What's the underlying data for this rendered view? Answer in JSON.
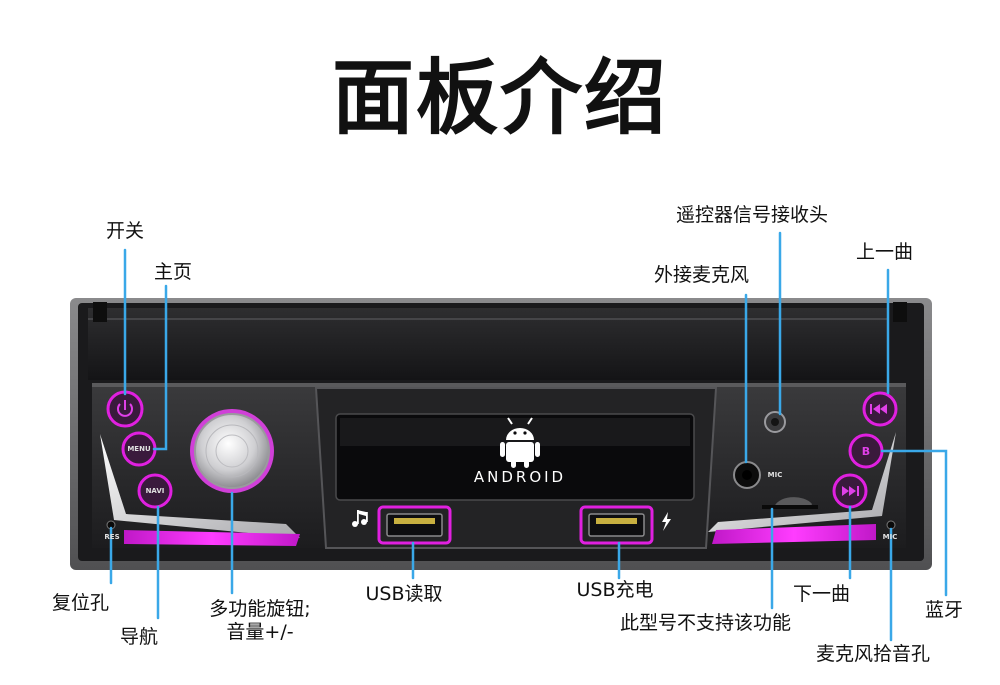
{
  "page": {
    "title": "面板介绍"
  },
  "labels": {
    "power": "开关",
    "home": "主页",
    "reset": "复位孔",
    "navi": "导航",
    "knob_line1": "多功能旋钮;",
    "knob_line2": "音量+/-",
    "usb_read": "USB读取",
    "usb_charge": "USB充电",
    "remote_ir": "遥控器信号接收头",
    "ext_mic": "外接麦克风",
    "not_supported": "此型号不支持该功能",
    "next": "下一曲",
    "prev": "上一曲",
    "bluetooth": "蓝牙",
    "mic_hole": "麦克风拾音孔"
  },
  "panel": {
    "btn_menu": "MENU",
    "btn_navi": "NAVI",
    "btn_bt": "B",
    "res_text": "RES",
    "mic_text": "MIC",
    "mic_text2": "MIC",
    "logo_text": "ANDROID"
  },
  "colors": {
    "accent": "#e020e0",
    "line": "#3aa8e8",
    "panel": "#2a2a2c",
    "bezel": "#6e6e70"
  },
  "icons": {
    "power": "power-icon",
    "prev": "prev-track-icon",
    "next": "next-track-icon",
    "music": "music-note-icon",
    "bolt": "lightning-icon",
    "android": "android-robot-icon"
  }
}
